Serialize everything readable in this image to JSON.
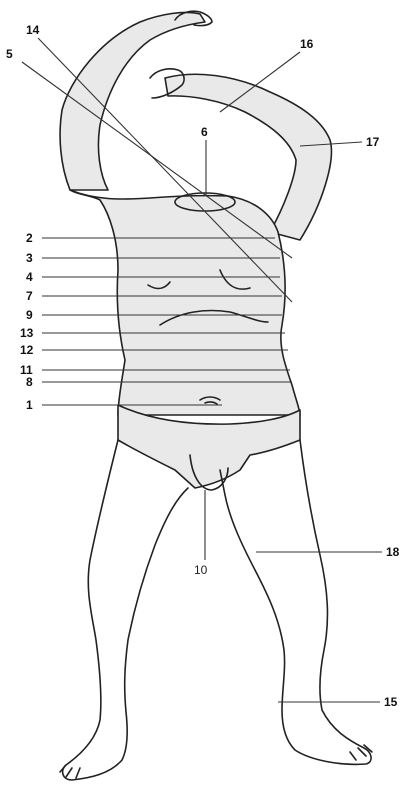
{
  "figure": {
    "colors": {
      "shade": "#e9e9e9",
      "ink": "#222222",
      "background": "#ffffff"
    },
    "labels": [
      {
        "id": "l1",
        "text": "1"
      },
      {
        "id": "l2",
        "text": "2"
      },
      {
        "id": "l3",
        "text": "3"
      },
      {
        "id": "l4",
        "text": "4"
      },
      {
        "id": "l5",
        "text": "5"
      },
      {
        "id": "l6",
        "text": "6"
      },
      {
        "id": "l7",
        "text": "7"
      },
      {
        "id": "l8",
        "text": "8"
      },
      {
        "id": "l9",
        "text": "9"
      },
      {
        "id": "l10",
        "text": "10"
      },
      {
        "id": "l11",
        "text": "11"
      },
      {
        "id": "l12",
        "text": "12"
      },
      {
        "id": "l13",
        "text": "13"
      },
      {
        "id": "l14",
        "text": "14"
      },
      {
        "id": "l15",
        "text": "15"
      },
      {
        "id": "l16",
        "text": "16"
      },
      {
        "id": "l17",
        "text": "17"
      },
      {
        "id": "l18",
        "text": "18"
      }
    ]
  }
}
